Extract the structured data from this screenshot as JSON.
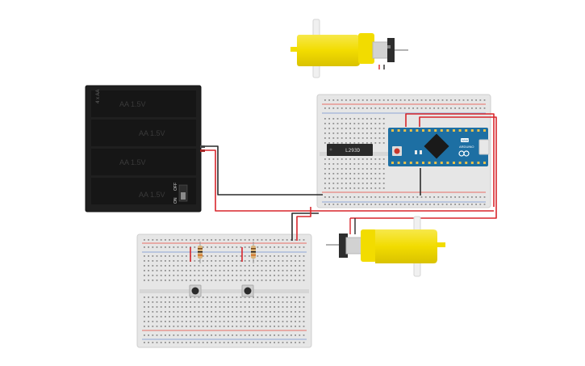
{
  "canvas": {
    "background": "#ffffff"
  },
  "colors": {
    "board": "#e6e6e6",
    "board_center": "#d4d4d4",
    "hole": "#8f8f8f",
    "rail_red": "#e8473d",
    "rail_blue": "#6f8fcf",
    "wire_red": "#d8262c",
    "wire_black": "#2b2b2b",
    "battery": "#1f1f1f",
    "cell": "#161616",
    "motor_yellow": "#f2dc00",
    "motor_gray": "#cfcfcf",
    "arduino_blue": "#1d6fa3",
    "chip": "#2a2a2a"
  },
  "battery_pack": {
    "label": "4 x AA",
    "cells": [
      "AA 1.5V",
      "AA 1.5V",
      "AA 1.5V",
      "AA 1.5V"
    ],
    "switch_off": "OFF",
    "switch_on": "ON"
  },
  "driver_chip": {
    "label": "L293D"
  },
  "arduino": {
    "label_top": "NANO",
    "label_brand": "ARDUINO"
  },
  "components": {
    "motor_top": "dc-motor-top",
    "motor_right": "dc-motor-right",
    "resistors": 2,
    "push_buttons": 2
  }
}
